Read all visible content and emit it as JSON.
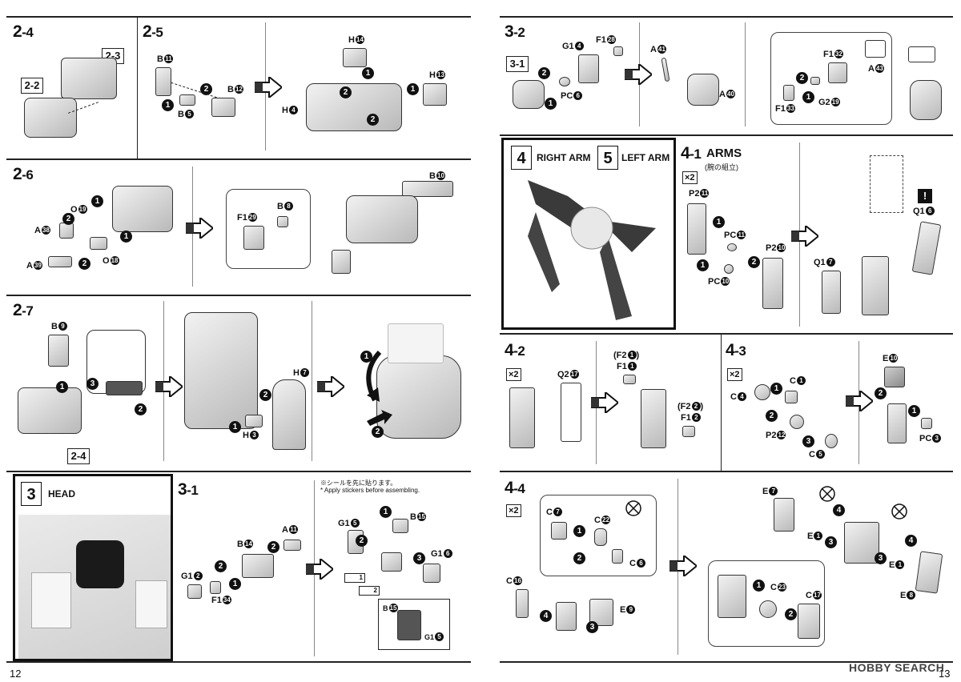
{
  "pages": {
    "left": "12",
    "right": "13"
  },
  "watermark": "HOBBY SEARCH",
  "steps": {
    "s2_4": {
      "a": "2",
      "b": "-4",
      "ref_a": "2-3",
      "ref_b": "2-2"
    },
    "s2_5": {
      "a": "2",
      "b": "-5",
      "labels": [
        "B",
        "B",
        "B",
        "H",
        "H",
        "H"
      ],
      "nums": [
        "11",
        "5",
        "12",
        "14",
        "4",
        "13"
      ]
    },
    "s2_6": {
      "a": "2",
      "b": "-6",
      "labels": [
        "O",
        "A",
        "A",
        "O",
        "B",
        "F1",
        "B"
      ],
      "nums": [
        "19",
        "38",
        "39",
        "18",
        "10",
        "29",
        "8"
      ]
    },
    "s2_7": {
      "a": "2",
      "b": "-7",
      "labels": [
        "B",
        "H",
        "H"
      ],
      "nums": [
        "9",
        "7",
        "3"
      ],
      "ref": "2-4"
    },
    "s3": {
      "num": "3",
      "title": "HEAD"
    },
    "s3_1": {
      "a": "3",
      "b": "-1",
      "labels": [
        "A",
        "B",
        "G1",
        "F1",
        "G1",
        "B",
        "G1",
        "B",
        "G1"
      ],
      "nums": [
        "11",
        "14",
        "2",
        "34",
        "5",
        "15",
        "6",
        "15",
        "5"
      ],
      "sticker_jp": "※シールを先に貼ります。",
      "sticker_en": "* Apply stickers before assembling.",
      "sticker_1": "1",
      "sticker_2": "2"
    },
    "s3_2": {
      "a": "3",
      "b": "-2",
      "ref": "3-1",
      "labels": [
        "G1",
        "F1",
        "A",
        "PC",
        "A",
        "F1",
        "A",
        "G2",
        "F1"
      ],
      "nums": [
        "4",
        "28",
        "41",
        "6",
        "40",
        "32",
        "43",
        "19",
        "33"
      ]
    },
    "s4": {
      "num": "4",
      "title": "RIGHT ARM"
    },
    "s5": {
      "num": "5",
      "title": "LEFT ARM"
    },
    "s4_1": {
      "a": "4",
      "b": "-1",
      "title": "ARMS",
      "sub": "(腕の組立)",
      "x2": "×2",
      "labels": [
        "P2",
        "PC",
        "PC",
        "P2",
        "Q1",
        "Q1"
      ],
      "nums": [
        "11",
        "11",
        "10",
        "10",
        "7",
        "6"
      ],
      "warn": "!"
    },
    "s4_2": {
      "a": "4",
      "b": "-2",
      "x2": "×2",
      "labels": [
        "Q2",
        "(F2",
        "F1",
        "(F2",
        "F1"
      ],
      "nums": [
        "17",
        "1",
        "1",
        "2",
        "2"
      ]
    },
    "s4_3": {
      "a": "4",
      "b": "-3",
      "x2": "×2",
      "labels": [
        "C",
        "C",
        "P2",
        "C",
        "E",
        "PC"
      ],
      "nums": [
        "1",
        "4",
        "12",
        "5",
        "10",
        "3"
      ]
    },
    "s4_4": {
      "a": "4",
      "b": "-4",
      "x2": "×2",
      "labels": [
        "C",
        "C",
        "C",
        "C",
        "E",
        "E",
        "E",
        "E",
        "E",
        "C",
        "C"
      ],
      "nums": [
        "7",
        "22",
        "6",
        "16",
        "9",
        "7",
        "1",
        "1",
        "8",
        "23",
        "17"
      ]
    }
  },
  "steps_order": [
    "1",
    "2",
    "3",
    "4",
    "5"
  ]
}
